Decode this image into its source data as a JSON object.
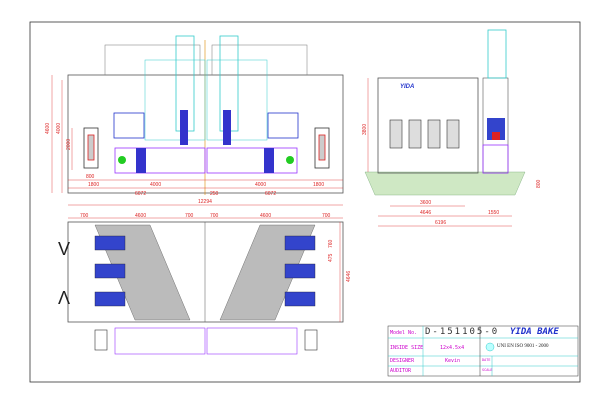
{
  "front_view": {
    "dims": {
      "height_total": "4600",
      "height_inner": "4000",
      "door_h": "2000",
      "door_w": "800",
      "left_seg": "1800",
      "mid_left": "4000",
      "half_left": "6072",
      "gap": "250",
      "mid_right": "4000",
      "right_seg": "1800",
      "half_right": "6072",
      "overall": "12294"
    }
  },
  "plan_view": {
    "dims": {
      "a": "700",
      "b": "4600",
      "c": "700",
      "d": "700",
      "e": "4600",
      "f": "700",
      "depth": "4646",
      "seg1": "760",
      "seg2": "475"
    }
  },
  "side_view": {
    "dims": {
      "height": "3800",
      "inner": "3600",
      "width": "4646",
      "plant": "1550",
      "overall": "6196",
      "pit": "800"
    },
    "logo": "YIDA"
  },
  "title_block": {
    "model_label": "Model No.",
    "model_value": "D-151105-0",
    "size_label": "INSIDE SIZE",
    "size_value": "12x4.5x4",
    "designer_label": "DESIGNER",
    "designer_value": "Kevin",
    "auditor_label": "AUDITOR",
    "date_label": "DATE",
    "scale_label": "SCALE",
    "iso": "UNI EN ISO 9001 - 2000",
    "logo": "YIDA BAKE"
  },
  "colors": {
    "dim": "#dd2222",
    "blue": "#2233cc",
    "purple": "#9933ff",
    "cyan": "#33cccc",
    "green": "#22cc22"
  }
}
